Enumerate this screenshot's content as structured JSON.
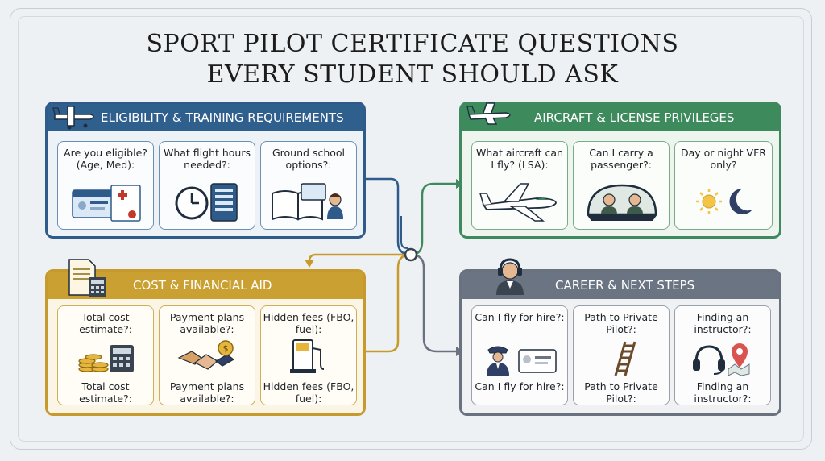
{
  "title": {
    "line1": "SPORT PILOT CERTIFICATE QUESTIONS",
    "line2": "EVERY STUDENT SHOULD ASK"
  },
  "sections": {
    "eligibility": {
      "header": "ELIGIBILITY & TRAINING REQUIREMENTS",
      "color": "#2f5f8d",
      "icon": "airplane-icon",
      "cards": [
        {
          "q": "Are you eligible? (Age, Med):",
          "icon": "id-medical-certificate-icon"
        },
        {
          "q": "What flight hours needed?:",
          "icon": "clock-logbook-icon"
        },
        {
          "q": "Ground school options?:",
          "icon": "book-online-instructor-icon"
        }
      ]
    },
    "aircraft": {
      "header": "AIRCRAFT & LICENSE PRIVILEGES",
      "color": "#3d8a5d",
      "icon": "airplane-icon",
      "cards": [
        {
          "q": "What aircraft can I fly? (LSA):",
          "icon": "light-sport-aircraft-icon"
        },
        {
          "q": "Can I carry a passenger?:",
          "icon": "cockpit-passenger-icon"
        },
        {
          "q": "Day or night VFR only?",
          "icon": "sun-moon-icon"
        }
      ]
    },
    "cost": {
      "header": "COST & FINANCIAL AID",
      "color": "#c9a031",
      "icon": "invoice-calculator-icon",
      "cards": [
        {
          "q": "Total cost estimate?:",
          "q2": "Total cost estimate?:",
          "icon": "coins-calculator-icon"
        },
        {
          "q": "Payment plans available?:",
          "q2": "Payment plans available?:",
          "icon": "handshake-dollar-icon"
        },
        {
          "q": "Hidden fees (FBO, fuel):",
          "q2": "Hidden fees (FBO, fuel):",
          "icon": "fuel-pump-icon"
        }
      ]
    },
    "career": {
      "header": "CAREER & NEXT STEPS",
      "color": "#6b7482",
      "icon": "headset-pilot-icon",
      "cards": [
        {
          "q": "Can I fly for hire?:",
          "q2": "Can I fly for hire?:",
          "icon": "pilot-license-icon"
        },
        {
          "q": "Path to Private Pilot?:",
          "q2": "Path to Private Pilot?:",
          "icon": "ladder-icon"
        },
        {
          "q": "Finding an instructor?:",
          "q2": "Finding an instructor?:",
          "icon": "headset-location-icon"
        }
      ]
    }
  },
  "connector": {
    "hub": "junction-circle-icon",
    "arrows": [
      "arrow-to-aircraft",
      "arrow-to-cost",
      "arrow-to-career"
    ]
  }
}
